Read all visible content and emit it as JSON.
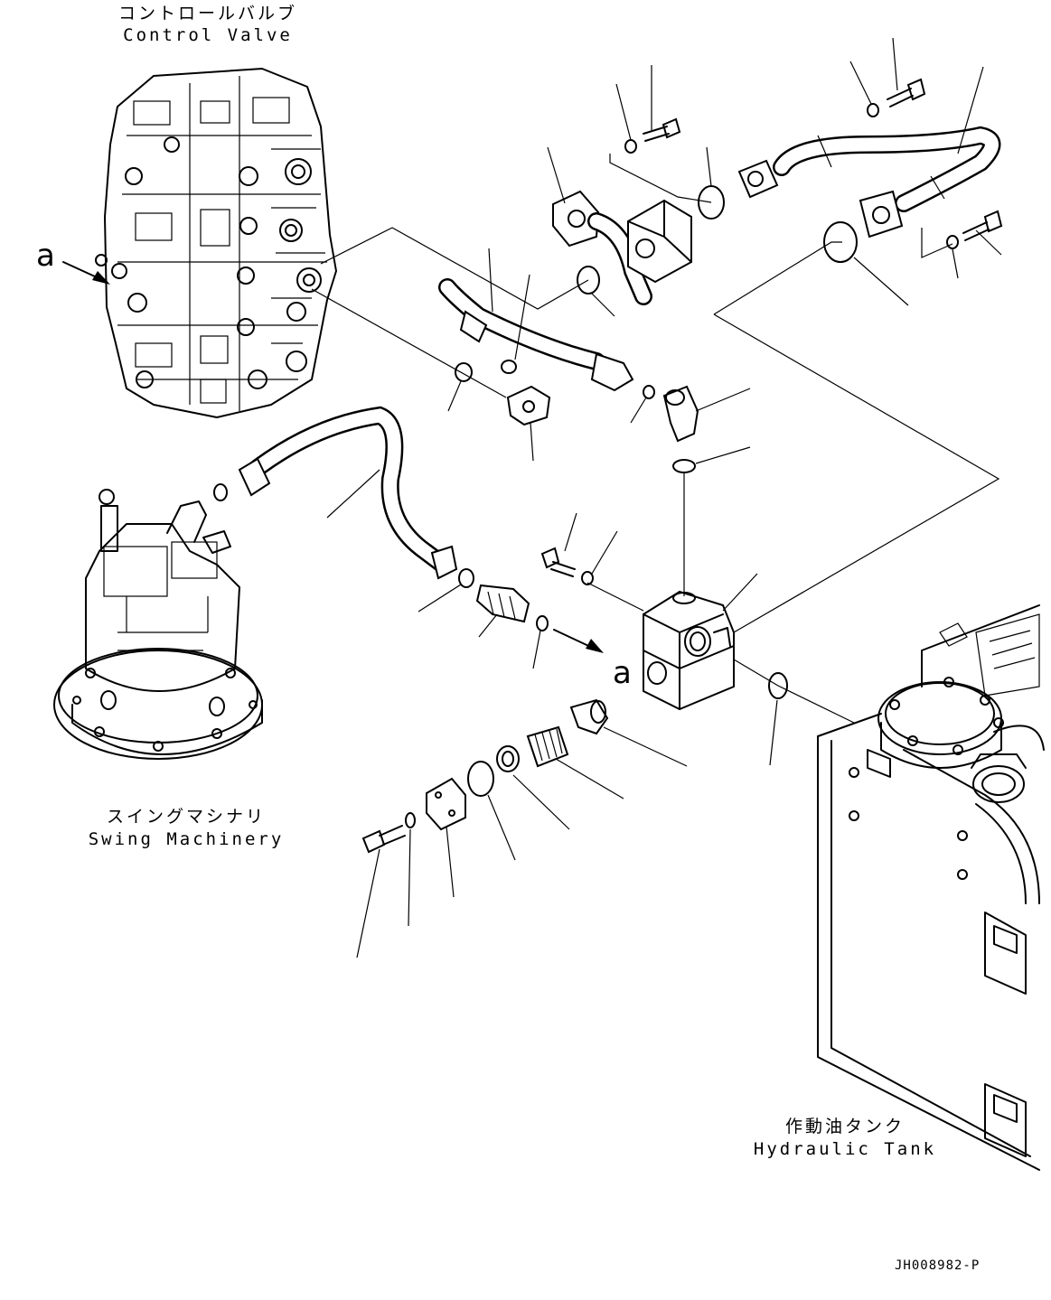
{
  "labels": {
    "control_valve_jp": "コントロールバルブ",
    "control_valve_en": "Control Valve",
    "swing_machinery_jp": "スイングマシナリ",
    "swing_machinery_en": "Swing Machinery",
    "hydraulic_tank_jp": "作動油タンク",
    "hydraulic_tank_en": "Hydraulic Tank",
    "view_marker_left": "a",
    "view_marker_center": "a",
    "document_number": "JH008982-P"
  }
}
